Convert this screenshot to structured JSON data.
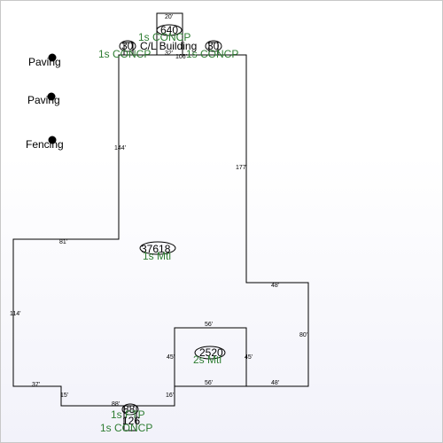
{
  "points": {
    "paving_1": "Paving",
    "paving_2": "Paving",
    "fencing": "Fencing"
  },
  "areas": {
    "cl_area": "640",
    "left_pad_area": "30",
    "right_pad_area": "30",
    "main_area": "37618",
    "s2_area": "2520",
    "bottom_area": "88",
    "bottom_area_2": "126"
  },
  "labels": {
    "concp_top": "1s CONCP",
    "cl_building": "C/L Building",
    "concp_left": "1s CONCP",
    "concp_right": "1s CONCP",
    "mtl_1s": "1s Mtl",
    "mtl_2s": "2s Mtl",
    "ftp_1s": "1s FTP",
    "concp_bottom": "1s CONCP"
  },
  "dims": {
    "cl_width": "20'",
    "cl_sub": "32'",
    "top_right": "106'",
    "left_upper": "144'",
    "right_upper": "177'",
    "left_step": "81'",
    "left_side": "114'",
    "right_step": "48'",
    "right_side": "80'",
    "bottom_right": "48'",
    "bottom_left": "37'",
    "bottom_notch": "15'",
    "bottom_middle": "88'",
    "bottom_notch_right": "16'",
    "s2_top": "56'",
    "s2_bottom": "56'",
    "s2_left": "45'",
    "s2_right": "45'"
  }
}
